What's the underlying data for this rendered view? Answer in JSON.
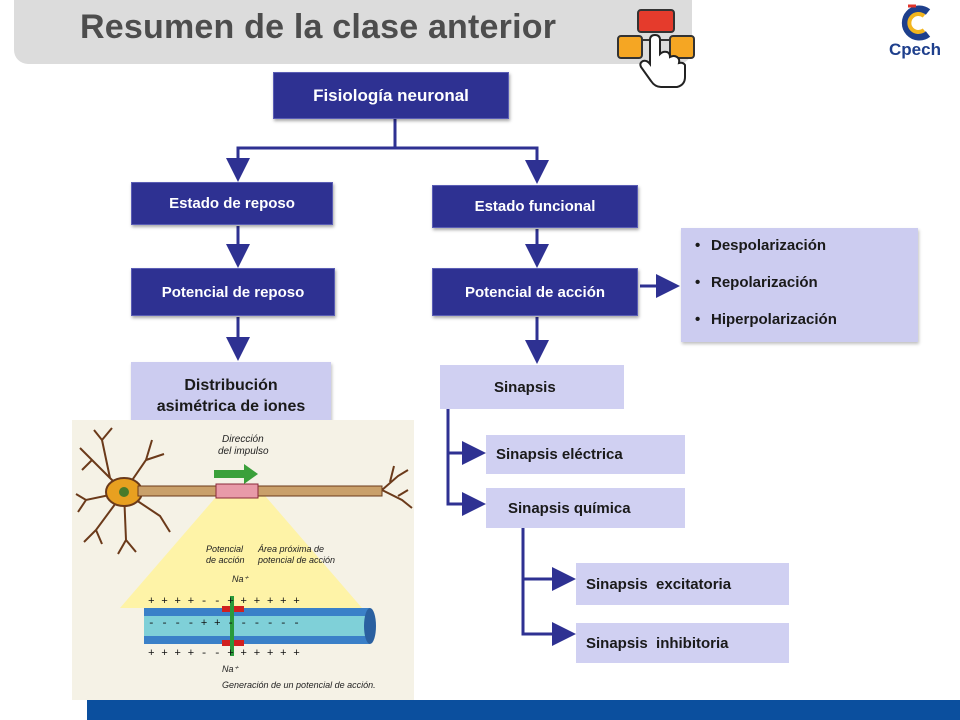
{
  "header": {
    "title": "Resumen de la clase anterior"
  },
  "logo": {
    "text": "Cpech"
  },
  "nodes": {
    "root": "Fisiología neuronal",
    "reposo": "Estado de reposo",
    "funcional": "Estado funcional",
    "pot_reposo": "Potencial de reposo",
    "pot_accion": "Potencial de acción",
    "distribucion": "Distribución asimétrica de iones",
    "sinapsis": "Sinapsis",
    "sin_electrica": "Sinapsis eléctrica",
    "sin_quimica": "Sinapsis química",
    "sin_excitatoria": "Sinapsis  excitatoria",
    "sin_inhibitoria": "Sinapsis  inhibitoria"
  },
  "phases": [
    "Despolarización",
    "Repolarización",
    "Hiperpolarización"
  ],
  "figure": {
    "direction_label": [
      "Dirección",
      "del impulso"
    ],
    "pot_accion_label": [
      "Potencial",
      "de acción"
    ],
    "area_label": [
      "Área próxima de",
      "potencial de acción"
    ],
    "ion_label": "Na⁺",
    "caption": "Generación de un potencial de acción."
  },
  "colors": {
    "dark_box": "#2e3192",
    "light_box": "#ccccf0",
    "connector": "#2e3192",
    "bottom_bar": "#0b4f9e"
  }
}
